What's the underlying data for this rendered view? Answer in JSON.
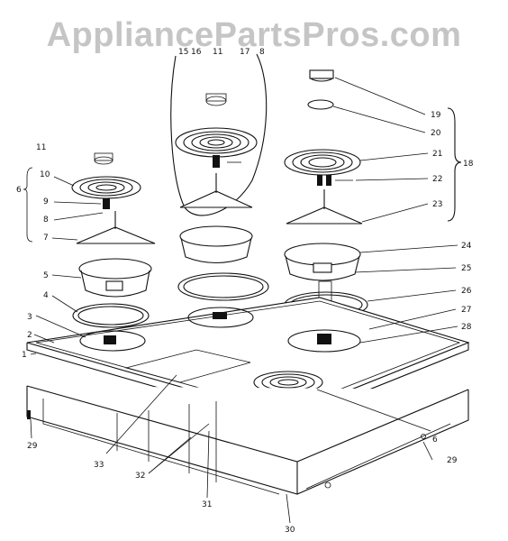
{
  "watermark": "AppliancePartsPros.com",
  "labels": {
    "15": "15",
    "16": "16",
    "11a": "11",
    "17": "17",
    "8a": "8",
    "11b": "11",
    "10": "10",
    "6a": "6",
    "9": "9",
    "8b": "8",
    "7": "7",
    "5": "5",
    "4": "4",
    "3": "3",
    "2": "2",
    "1": "1",
    "19": "19",
    "20": "20",
    "21": "21",
    "18": "18",
    "22": "22",
    "23": "23",
    "24": "24",
    "25": "25",
    "26": "26",
    "27": "27",
    "28": "28",
    "29a": "29",
    "29b": "29",
    "33": "33",
    "32": "32",
    "31": "31",
    "30": "30",
    "6b": "6"
  }
}
